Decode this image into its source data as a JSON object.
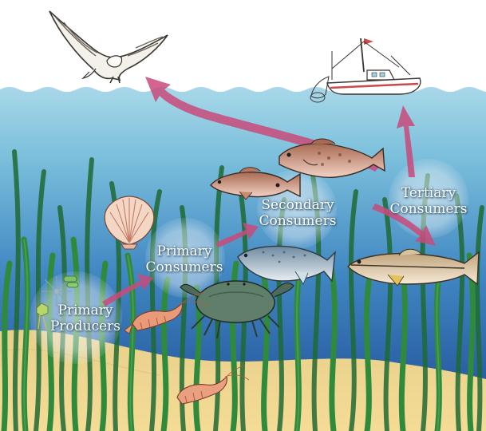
{
  "labels": {
    "primary_producers": [
      "Primary",
      "Producers"
    ],
    "primary_consumers": [
      "Primary",
      "Consumers"
    ],
    "secondary_consumers": [
      "Secondary",
      "Consumers"
    ],
    "tertiary_consumers": [
      "Tertiary",
      "Consumers"
    ]
  },
  "colors": {
    "sky": "#ffffff",
    "water_top": "#9fd3e4",
    "water_mid": "#4f9fc9",
    "water_deep": "#2a5ea2",
    "sand": "#eed48a",
    "seagrass": "#2f8a3c",
    "arrow": "#c94a7a",
    "label_text": "#ffffff",
    "glow": "#e8eef4"
  },
  "icons": [
    "osprey-icon",
    "fishing-boat-icon",
    "red-drum-icon",
    "grouper-icon",
    "seatrout-icon",
    "snook-icon",
    "scallop-icon",
    "blue-crab-icon",
    "shrimp-icon",
    "phytoplankton-icon"
  ]
}
